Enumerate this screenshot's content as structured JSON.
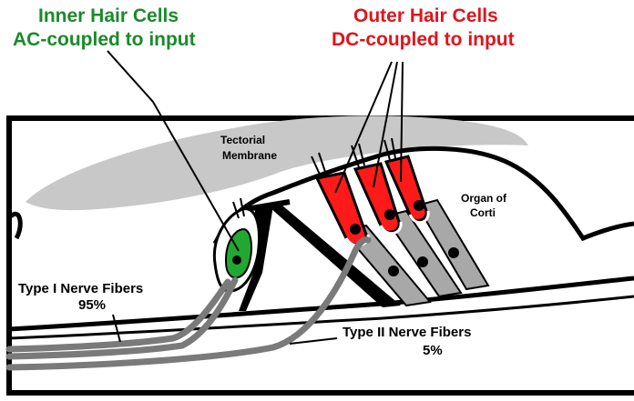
{
  "labels": {
    "inner_title": "Inner Hair Cells",
    "inner_sub": "AC-coupled to input",
    "outer_title": "Outer Hair Cells",
    "outer_sub": "DC-coupled to input",
    "tectorial_1": "Tectorial",
    "tectorial_2": "Membrane",
    "organ_1": "Organ of",
    "organ_2": "Corti",
    "type1_1": "Type I  Nerve Fibers",
    "type1_2": "95%",
    "type2_1": "Type II  Nerve Fibers",
    "type2_2": "5%"
  },
  "colors": {
    "inner": "#1a8a2a",
    "inner_cell": "#22a832",
    "outer": "#e0141a",
    "outer_cell": "#ff1a1a",
    "membrane": "#c8c8c8",
    "support": "#a8a8a8",
    "nerve": "#7a7a7a",
    "ink": "#000000"
  }
}
